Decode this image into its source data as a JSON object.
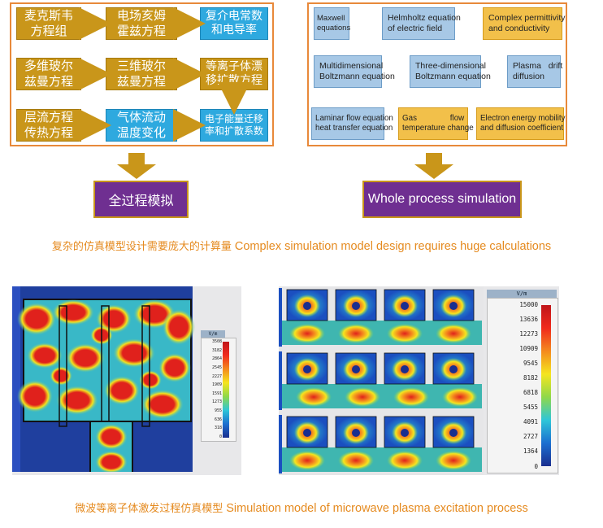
{
  "zh_flow": {
    "row1": [
      "麦克斯韦\n方程组",
      "电场亥姆\n霍兹方程",
      "复介电常数\n和电导率"
    ],
    "row2": [
      "多维玻尔\n兹曼方程",
      "三维玻尔\n兹曼方程",
      "等离子体漂\n移扩散方程"
    ],
    "row3": [
      "层流方程\n传热方程",
      "气体流动\n温度变化",
      "电子能量迁移\n率和扩散系数"
    ],
    "result": "全过程模拟"
  },
  "en_flow": {
    "row1": [
      "Maxwell\nequations",
      "Helmholtz equation\nof electric field",
      "Complex permittivity\nand conductivity"
    ],
    "row2": [
      "Multidimensional\nBoltzmann equation",
      "Three-dimensional\nBoltzmann equation",
      "Plasma   drift\ndiffusion"
    ],
    "row3": [
      "Laminar flow equation\nheat transfer equation",
      "Gas               flow\ntemperature change",
      "Electron energy mobility\nand diffusion coefficient"
    ],
    "result": "Whole process simulation"
  },
  "caption_top": {
    "zh": "复杂的仿真模型设计需要庞大的计算量",
    "en": "Complex simulation model design requires huge calculations"
  },
  "caption_bottom": {
    "zh": "微波等离子体激发过程仿真模型",
    "en": "Simulation model of microwave plasma excitation process"
  },
  "left_colorbar": {
    "unit": "V/m",
    "ticks": [
      "3508",
      "3182",
      "2864",
      "2545",
      "2227",
      "1909",
      "1591",
      "1273",
      "955",
      "636",
      "318",
      "0"
    ]
  },
  "right_colorbar": {
    "unit": "V/m",
    "ticks": [
      "15000",
      "13636",
      "12273",
      "10909",
      "9545",
      "8182",
      "6818",
      "5455",
      "4091",
      "2727",
      "1364",
      "0"
    ]
  },
  "colors": {
    "panel_border": "#e8893a",
    "gold": "#c9961a",
    "blue": "#2ea9df",
    "purple": "#6f2f91",
    "caption": "#e58a1f"
  }
}
